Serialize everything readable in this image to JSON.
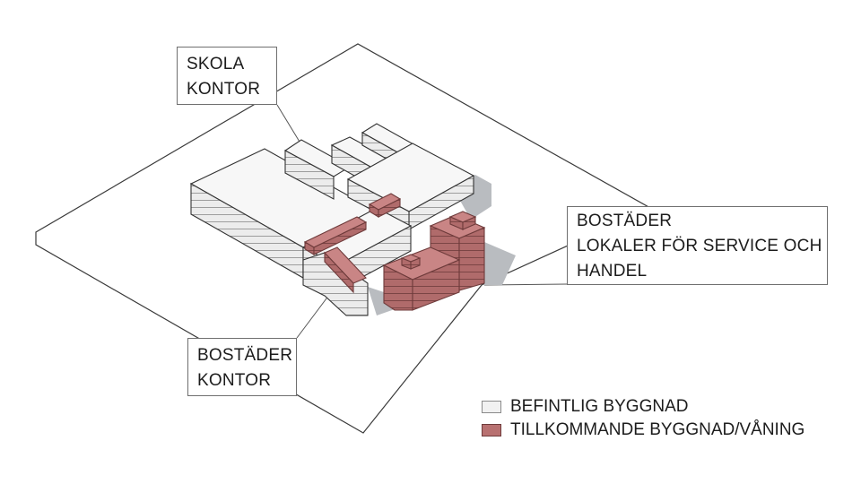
{
  "labels": {
    "skola_kontor": [
      "SKOLA",
      "KONTOR"
    ],
    "bostader_lokaler": [
      "BOSTÄDER",
      "LOKALER FÖR SERVICE OCH",
      "HANDEL"
    ],
    "bostader_kontor": [
      "BOSTÄDER",
      "KONTOR"
    ]
  },
  "legend": [
    {
      "label": "BEFINTLIG BYGGNAD",
      "fill": "#f1f1f1",
      "stroke": "#8a8a8a"
    },
    {
      "label": "TILLKOMMANDE BYGGNAD/VÅNING",
      "fill": "#b87171",
      "stroke": "#6e3b3b"
    }
  ],
  "colors": {
    "existing_top": "#f7f7f7",
    "existing_side": "#ececec",
    "existing_dark": "#dedede",
    "new_top": "#c98585",
    "new_side": "#b06b6b",
    "new_dark": "#9a5757",
    "shadow": "#b9bcc0",
    "outline": "#333333"
  }
}
